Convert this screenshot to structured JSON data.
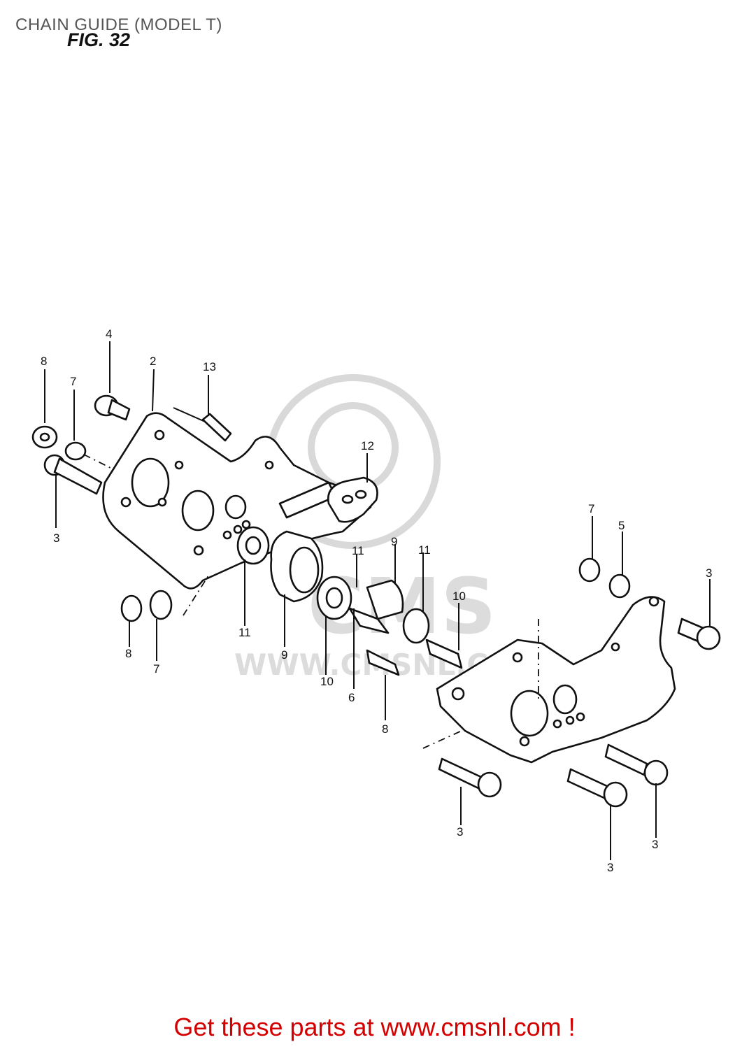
{
  "header": {
    "title": "CHAIN GUIDE (MODEL T)",
    "figure": "FIG. 32"
  },
  "watermark": {
    "brand": "CMS",
    "url": "WWW.CMSNL.COM"
  },
  "callouts": [
    "8",
    "7",
    "3",
    "4",
    "2",
    "13",
    "12",
    "8",
    "7",
    "11",
    "9",
    "11",
    "9",
    "11",
    "10",
    "10",
    "6",
    "8",
    "7",
    "5",
    "3",
    "3",
    "3"
  ],
  "footer": {
    "link_text": "Get these parts at www.cmsnl.com !"
  },
  "colors": {
    "link": "#d40000",
    "header": "#555555",
    "ink": "#111111",
    "watermark": "#d9d9d9"
  }
}
